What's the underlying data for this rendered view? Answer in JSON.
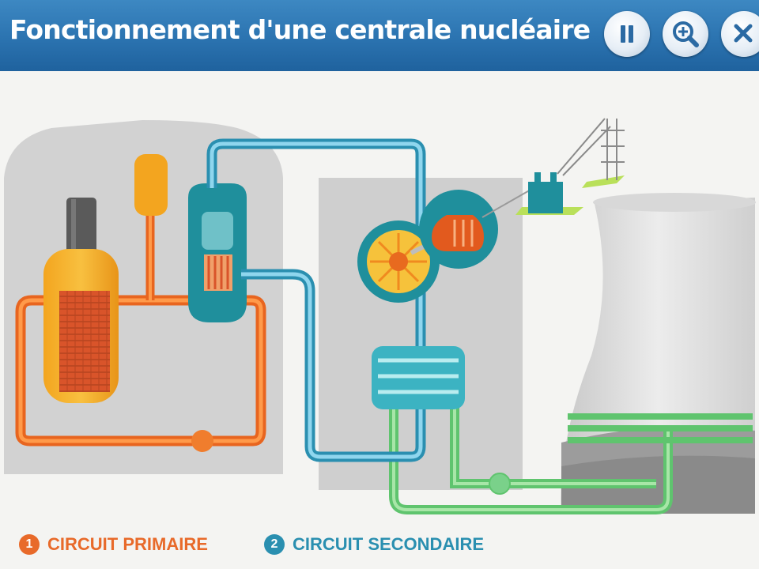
{
  "header": {
    "title": "Fonctionnement d'une centrale nucléaire",
    "controls": [
      {
        "name": "pause-button",
        "icon": "pause-icon"
      },
      {
        "name": "zoom-button",
        "icon": "magnifier-plus-icon"
      },
      {
        "name": "close-button",
        "icon": "close-icon"
      }
    ]
  },
  "legend": {
    "primary": {
      "number": "1",
      "label": "CIRCUIT PRIMAIRE",
      "color": "#e86a2a"
    },
    "secondary": {
      "number": "2",
      "label": "CIRCUIT SECONDAIRE",
      "color": "#2a8fb0"
    }
  },
  "colors": {
    "header_blue": "#2b73b0",
    "primary_orange": "#f07d2d",
    "secondary_blue": "#3aa8d0",
    "cooling_green": "#6ccf7c",
    "teal_equipment": "#1f8f9c"
  }
}
